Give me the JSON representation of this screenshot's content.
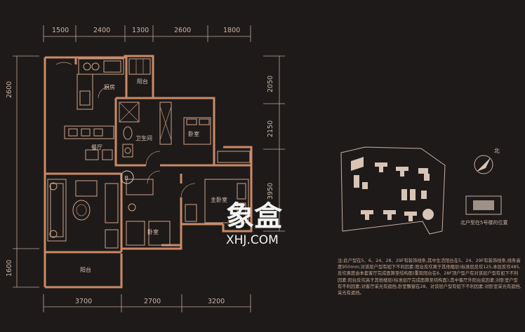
{
  "dims_top": [
    "1500",
    "2400",
    "1300",
    "2600",
    "1800"
  ],
  "dims_bottom": [
    "3700",
    "2700",
    "3200"
  ],
  "dims_left": [
    "2600",
    "1600"
  ],
  "dims_right": [
    "2050",
    "2150",
    "3950"
  ],
  "rooms": {
    "kitchen": "厨房",
    "balcony_top": "阳台",
    "dining": "餐厅",
    "bathroom": "卫生间",
    "bedroom_small": "卧室",
    "master_bedroom": "主卧室",
    "bedroom_lower": "卧室",
    "balcony_bottom": "阳台",
    "marker": "B"
  },
  "site_plan": {
    "north_label": "北",
    "caption": "北户型在5号楼的位置"
  },
  "watermark": {
    "brand": "象盒",
    "url": "XHJ.COM"
  },
  "note_text": "注:此户型在5、6、24、28、29F有装饰线条,其中生活阳台在5、24、29F有装饰线条,线条高度950mm;对该层户型有如下不利因素:阳台反坎离于其他楼层(标准层反坎125,本层反坎485,反坎离度由本套客厅完成面算至结构面)重现阳台在6、28F顶户型户有对该层户型有如下不利因素:阳台反坎高于其他楼层(标准层厅完成面算至结构面);其中客厅外阳台底因素;对卧室户型有不利因素;对客厅采光有遮挡,卧室飘窗在28、对该层户型有如下不利因素:对卧室采光有遮挡,采光有遮挡。"
}
